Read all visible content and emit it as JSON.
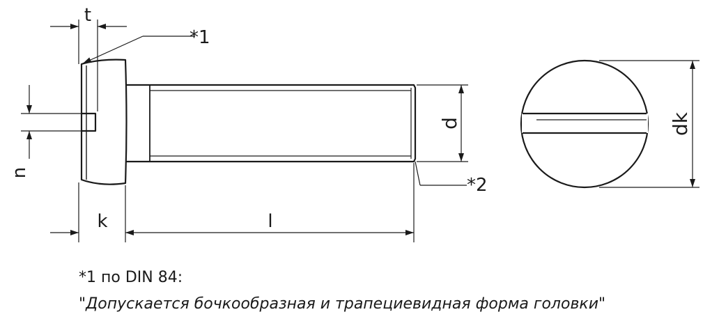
{
  "drawing": {
    "labels": {
      "t": "t",
      "k": "k",
      "l": "l",
      "n": "n",
      "d": "d",
      "dk": "dk",
      "note1_marker": "*1",
      "note2_marker": "*2"
    },
    "line_color": "#1a1a1a"
  },
  "notes": {
    "line1": "*1 по DIN 84:",
    "line2": "\"Допускается бочкообразная и трапециевидная форма головки\""
  }
}
